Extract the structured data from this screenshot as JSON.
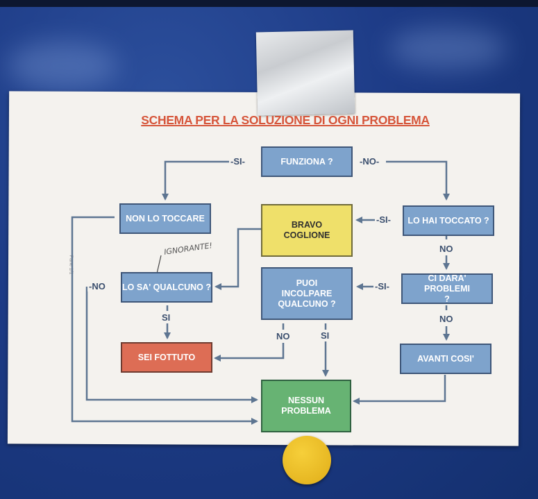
{
  "title": "SCHEMA PER LA SOLUZIONE DI OGNI PROBLEMA",
  "boxes": {
    "funziona": "FUNZIONA ?",
    "non_lo_toccare": "NON LO TOCCARE",
    "lo_hai_toccato": "LO HAI TOCCATO ?",
    "bravo_coglione": "BRAVO COGLIONE",
    "lo_sa_qualcuno": "LO SA' QUALCUNO ?",
    "puoi_incolpare": "PUOI INCOLPARE QUALCUNO ?",
    "ci_dara_problemi": "CI DARA' PROBLEMI ?",
    "sei_fottuto": "SEI FOTTUTO",
    "avanti_cosi": "AVANTI COSI'",
    "nessun_problema": "NESSUN PROBLEMA"
  },
  "edge_labels": {
    "si": "SI",
    "no": "NO",
    "dash_si_dash": "-SI-",
    "dash_no_dash": "-NO-",
    "dash_no": "-NO"
  },
  "handwritten_note": "IGNORANTE!",
  "page_marker": "Pane 1/1",
  "colors": {
    "board": "#1d3b86",
    "paper": "#f4f2ee",
    "title": "#d6553a",
    "box_blue": "#7ea3cc",
    "box_yellow": "#efe06a",
    "box_red": "#dd6d55",
    "box_green": "#67b373",
    "arrow": "#5d7591",
    "magnet": "#e9bb22"
  }
}
